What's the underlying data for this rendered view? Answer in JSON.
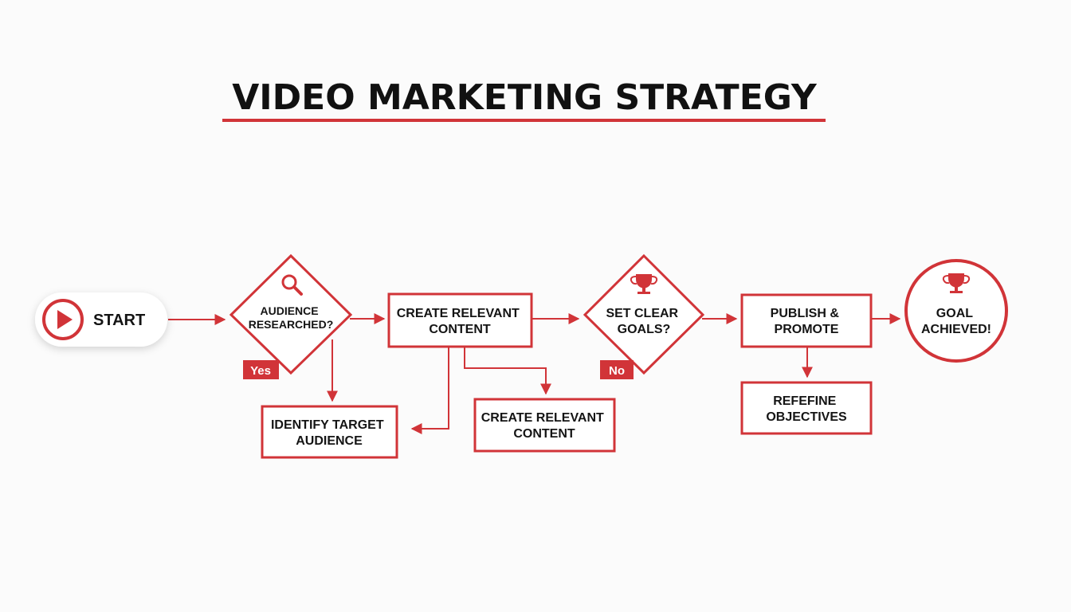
{
  "colors": {
    "accent": "#d13438",
    "text": "#141414",
    "background": "#fbfbfb"
  },
  "title": "VIDEO MARKETING STRATEGY",
  "start": {
    "label": "START",
    "icon": "play-icon"
  },
  "audience_decision": {
    "lines": [
      "AUDIENCE",
      "RESEARCHED?"
    ],
    "icon": "magnifier-icon"
  },
  "create_content_main": {
    "lines": [
      "CREATE RELEVANT",
      "CONTENT"
    ]
  },
  "goals_decision": {
    "lines": [
      "SET CLEAR",
      "GOALS?"
    ],
    "icon": "trophy-icon"
  },
  "publish": {
    "lines": [
      "PUBLISH &",
      "PROMOTE"
    ]
  },
  "goal_end": {
    "lines": [
      "GOAL",
      "ACHIEVED!"
    ],
    "icon": "trophy-icon"
  },
  "identify_audience": {
    "lines": [
      "IDENTIFY TARGET",
      "AUDIENCE"
    ]
  },
  "create_content_branch": {
    "lines": [
      "CREATE RELEVANT",
      "CONTENT"
    ]
  },
  "refine": {
    "lines": [
      "REFEFINE",
      "OBJECTIVES"
    ]
  },
  "tags": {
    "yes": "Yes",
    "no": "No"
  }
}
